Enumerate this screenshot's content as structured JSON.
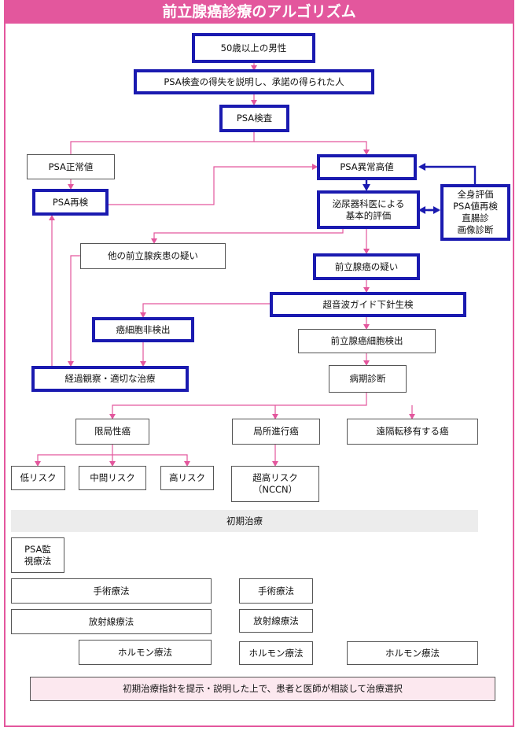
{
  "title": "前立腺癌診療のアルゴリズム",
  "colors": {
    "pink": "#e3579d",
    "blue": "#1a1ab0"
  },
  "nodes": {
    "age50": "50歳以上の男性",
    "explain": "PSA検査の得失を説明し、承諾の得られた人",
    "psa_test": "PSA検査",
    "psa_normal": "PSA正常値",
    "psa_retest": "PSA再検",
    "psa_high": "PSA異常高値",
    "urology_eval": "泌尿器科医による\n基本的評価",
    "side_eval": "全身評価\nPSA値再検\n直腸診\n画像診断",
    "other_disease": "他の前立腺疾患の疑い",
    "suspect_cancer": "前立腺癌の疑い",
    "biopsy": "超音波ガイド下針生検",
    "not_detected": "癌細胞非検出",
    "detected": "前立腺癌細胞検出",
    "observation": "経過観察・適切な治療",
    "staging": "病期診断",
    "localized": "限局性癌",
    "locally_advanced": "局所進行癌",
    "metastatic": "遠隔転移有する癌",
    "low_risk": "低リスク",
    "mid_risk": "中間リスク",
    "high_risk": "高リスク",
    "very_high_risk": "超高リスク\n（NCCN）",
    "initial_treatment": "初期治療",
    "psa_monitor": "PSA監\n視療法",
    "surgery_a": "手術療法",
    "surgery_b": "手術療法",
    "radiation_a": "放射線療法",
    "radiation_b": "放射線療法",
    "hormone_a": "ホルモン療法",
    "hormone_b": "ホルモン療法",
    "hormone_c": "ホルモン療法",
    "footer": "初期治療指針を提示・説明した上で、患者と医師が相談して治療選択"
  }
}
